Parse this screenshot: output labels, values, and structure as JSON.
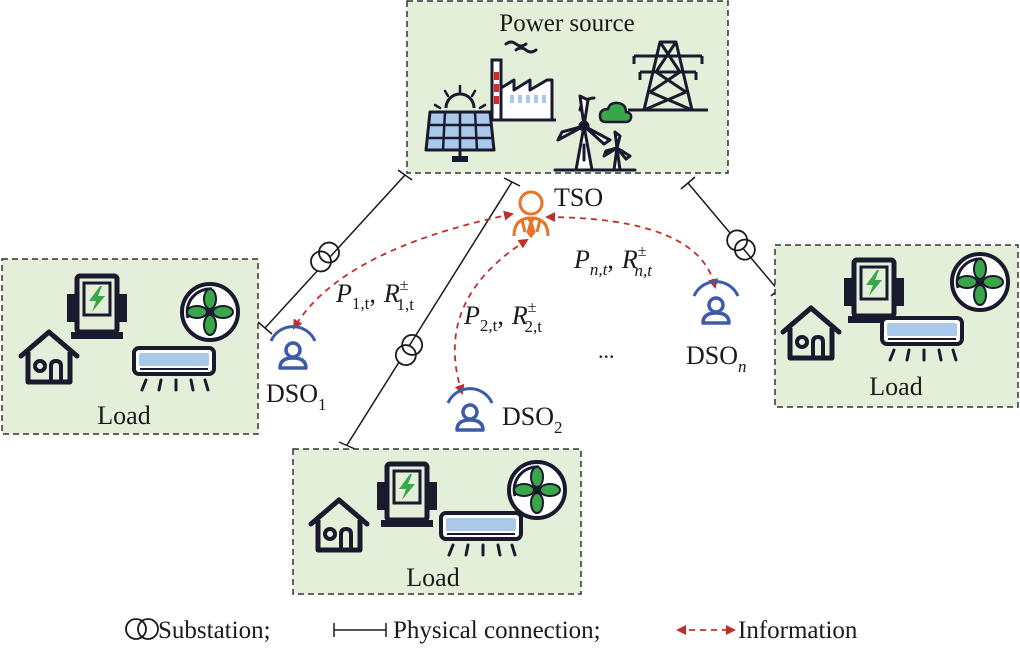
{
  "colors": {
    "box_fill": "#e4efd9",
    "box_stroke": "#333333",
    "line": "#1a1a1a",
    "icon_dark": "#1a1a2e",
    "icon_blue": "#3d5ba9",
    "tso_orange": "#e8742a",
    "info_red": "#c0302a",
    "green": "#3aa64a",
    "panel_blue": "#a9c8ea",
    "chimney_red": "#d42a2a"
  },
  "icons": {
    "power_source": [
      "solar-panel-icon",
      "factory-icon",
      "wind-turbine-icon",
      "transmission-tower-icon"
    ],
    "load": [
      "house-icon",
      "ev-charger-icon",
      "fan-icon",
      "air-conditioner-icon"
    ],
    "agents": [
      "tso-person-icon",
      "dso-person-icon"
    ]
  },
  "labels": {
    "power_source": "Power source",
    "load": "Load",
    "tso": "TSO",
    "dso_base": "DSO",
    "dso1_sub": "1",
    "dso2_sub": "2",
    "dson_sub": "n",
    "ellipsis": "..."
  },
  "flows": {
    "f1": {
      "P": "P",
      "P_sub": "1,t",
      "R": "R",
      "R_sup": "±",
      "R_sub": "1,t",
      "comma": ","
    },
    "f2": {
      "P": "P",
      "P_sub": "2,t",
      "R": "R",
      "R_sup": "±",
      "R_sub": "2,t",
      "comma": ","
    },
    "fn": {
      "P": "P",
      "P_sub": "n,t",
      "R": "R",
      "R_sup": "±",
      "R_sub": "n,t",
      "comma": ","
    }
  },
  "legend": {
    "substation": "Substation;",
    "physical": "Physical connection;",
    "information": "Information"
  }
}
